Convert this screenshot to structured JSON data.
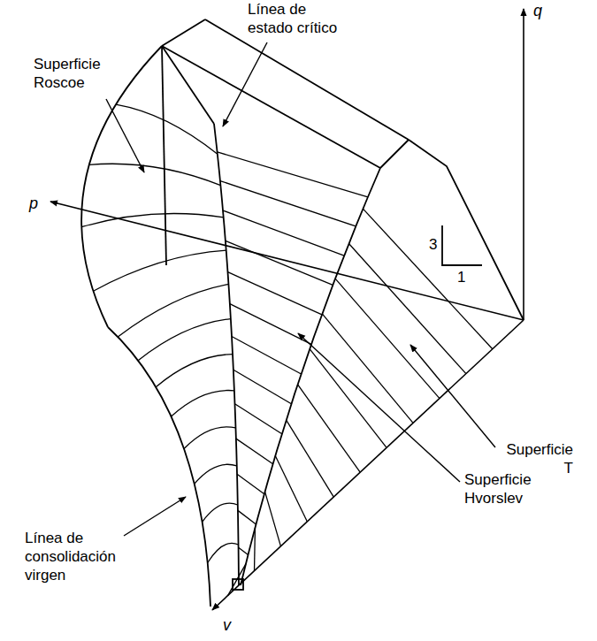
{
  "diagram": {
    "labels": [
      "Superficie Roscoe",
      "Línea de estado crítico",
      "p",
      "q",
      "3",
      "1",
      "Superficie T",
      "Superficie Hvorslev",
      "Línea de consolidación virgen",
      "v"
    ]
  }
}
